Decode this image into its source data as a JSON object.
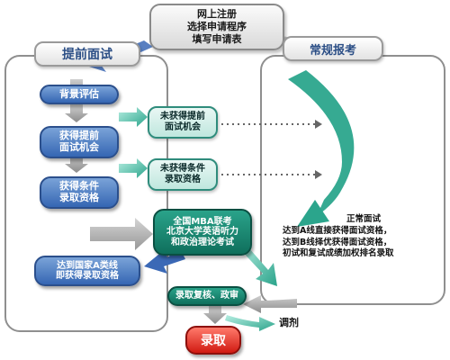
{
  "top_box": {
    "lines": [
      "网上注册",
      "选择申请程序",
      "填写申请表"
    ]
  },
  "left_section_title": "提前面试",
  "right_section_title": "常规报考",
  "left_flow": {
    "background_eval": "背景评估",
    "get_interview": [
      "获得提前",
      "面试机会"
    ],
    "get_conditional": [
      "获得条件",
      "录取资格"
    ],
    "reach_a_line": [
      "达到国家A类线",
      "即获得录取资格"
    ]
  },
  "middle_flow": {
    "no_interview": [
      "未获得提前",
      "面试机会"
    ],
    "no_conditional": [
      "未获得条件",
      "录取资格"
    ],
    "national_exam": [
      "全国MBA联考",
      "北京大学英语听力",
      "和政治理论考试"
    ],
    "retest": "录取复核、政审",
    "transfer": "调剂",
    "admission": "录取"
  },
  "right_flow": {
    "normal_interview": [
      "正常面试",
      "达到A线直接获得面试资格，",
      "达到B线择优获得面试资格，",
      "初试和复试成绩加权排名录取"
    ]
  },
  "colors": {
    "blue": "#3566b3",
    "teal": "#2f8c7c",
    "green": "#0f6f5c",
    "red": "#d11a12",
    "gray": "#9a9a9a"
  }
}
